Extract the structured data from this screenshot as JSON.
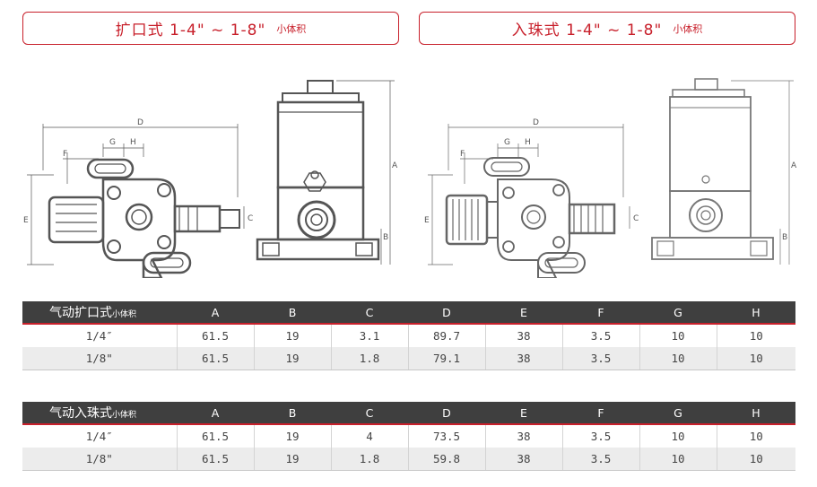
{
  "titles": [
    {
      "main": "扩口式 1-4\" ~ 1-8\"",
      "sub": "小体积"
    },
    {
      "main": "入珠式 1-4\" ~ 1-8\"",
      "sub": "小体积"
    }
  ],
  "dimension_labels": {
    "A": "A",
    "B": "B",
    "C": "C",
    "D": "D",
    "E": "E",
    "F": "F",
    "G": "G",
    "H": "H"
  },
  "columns": [
    "A",
    "B",
    "C",
    "D",
    "E",
    "F",
    "G",
    "H"
  ],
  "tables": [
    {
      "title": "气动扩口式",
      "title_small": "小体积",
      "rows": [
        {
          "size": "1/4″",
          "values": [
            "61.5",
            "19",
            "3.1",
            "89.7",
            "38",
            "3.5",
            "10",
            "10"
          ]
        },
        {
          "size": "1/8\"",
          "values": [
            "61.5",
            "19",
            "1.8",
            "79.1",
            "38",
            "3.5",
            "10",
            "10"
          ]
        }
      ]
    },
    {
      "title": "气动入珠式",
      "title_small": "小体积",
      "rows": [
        {
          "size": "1/4″",
          "values": [
            "61.5",
            "19",
            "4",
            "73.5",
            "38",
            "3.5",
            "10",
            "10"
          ]
        },
        {
          "size": "1/8\"",
          "values": [
            "61.5",
            "19",
            "1.8",
            "59.8",
            "38",
            "3.5",
            "10",
            "10"
          ]
        }
      ]
    }
  ]
}
